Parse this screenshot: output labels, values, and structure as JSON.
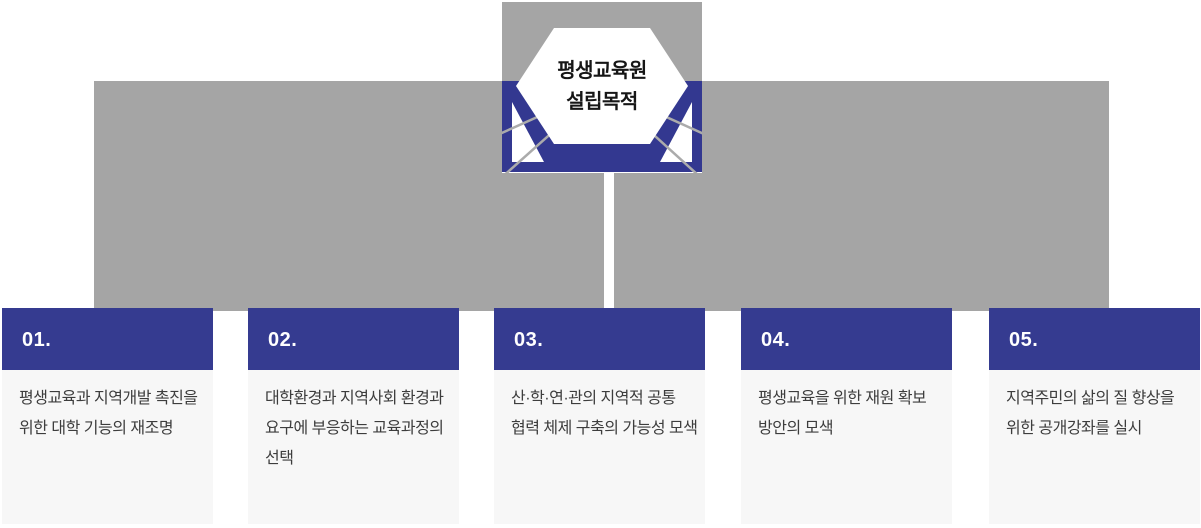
{
  "badge": {
    "title": "평생교육원\n설립목적"
  },
  "cards": [
    {
      "number": "01.",
      "text": "평생교육과 지역개발 촉진을\n위한 대학 기능의 재조명"
    },
    {
      "number": "02.",
      "text": "대학환경과 지역사회 환경과\n요구에 부응하는 교육과정의\n선택"
    },
    {
      "number": "03.",
      "text": "산·학·연·관의 지역적 공통\n협력 체제 구축의 가능성 모색"
    },
    {
      "number": "04.",
      "text": "평생교육을 위한 재원 확보\n방안의 모색"
    },
    {
      "number": "05.",
      "text": "지역주민의 삶의 질 향상을\n위한 공개강좌를 실시"
    }
  ],
  "colors": {
    "navy": "#353b90",
    "badge_navy": "#333890",
    "panel_gray": "#a5a5a5",
    "connector_gray": "#ababab",
    "card_body_bg": "#f7f7f7",
    "badge_text": "#161616",
    "body_text": "#3d3d3d",
    "number_text": "#ffffff"
  }
}
